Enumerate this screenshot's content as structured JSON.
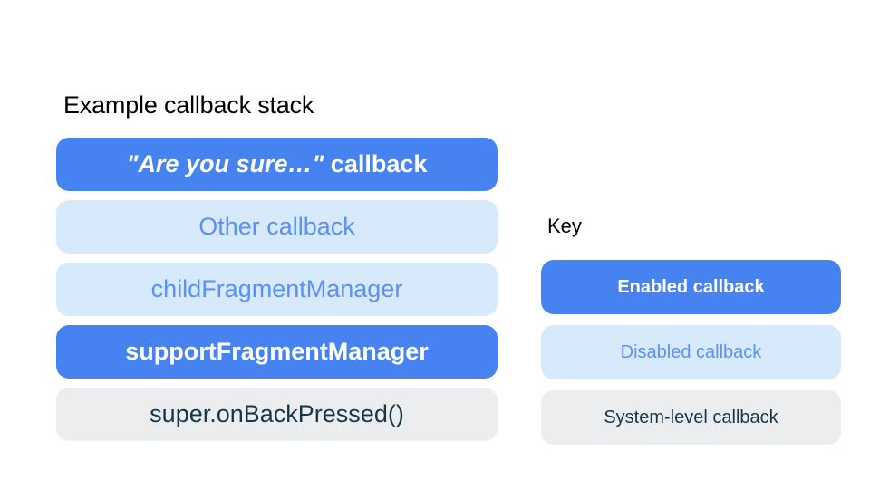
{
  "colors": {
    "enabled_bg": "#4683F1",
    "enabled_text": "#FFFFFF",
    "disabled_bg": "#D6EAFB",
    "disabled_text": "#5C90F2",
    "system_bg": "#ECEDEE",
    "system_text": "#16364A",
    "heading_text": "#000000",
    "page_bg": "#FFFFFF"
  },
  "stack": {
    "title": "Example callback stack",
    "items": [
      {
        "label_italic": "\"Are you sure…\"",
        "label_rest": " callback",
        "style": "enabled"
      },
      {
        "label": "Other callback",
        "style": "disabled"
      },
      {
        "label": "childFragmentManager",
        "style": "disabled"
      },
      {
        "label": "supportFragmentManager",
        "style": "enabled"
      },
      {
        "label": "super.onBackPressed()",
        "style": "system"
      }
    ]
  },
  "key": {
    "title": "Key",
    "items": [
      {
        "label": "Enabled callback",
        "style": "enabled"
      },
      {
        "label": "Disabled callback",
        "style": "disabled"
      },
      {
        "label": "System-level callback",
        "style": "system"
      }
    ]
  }
}
